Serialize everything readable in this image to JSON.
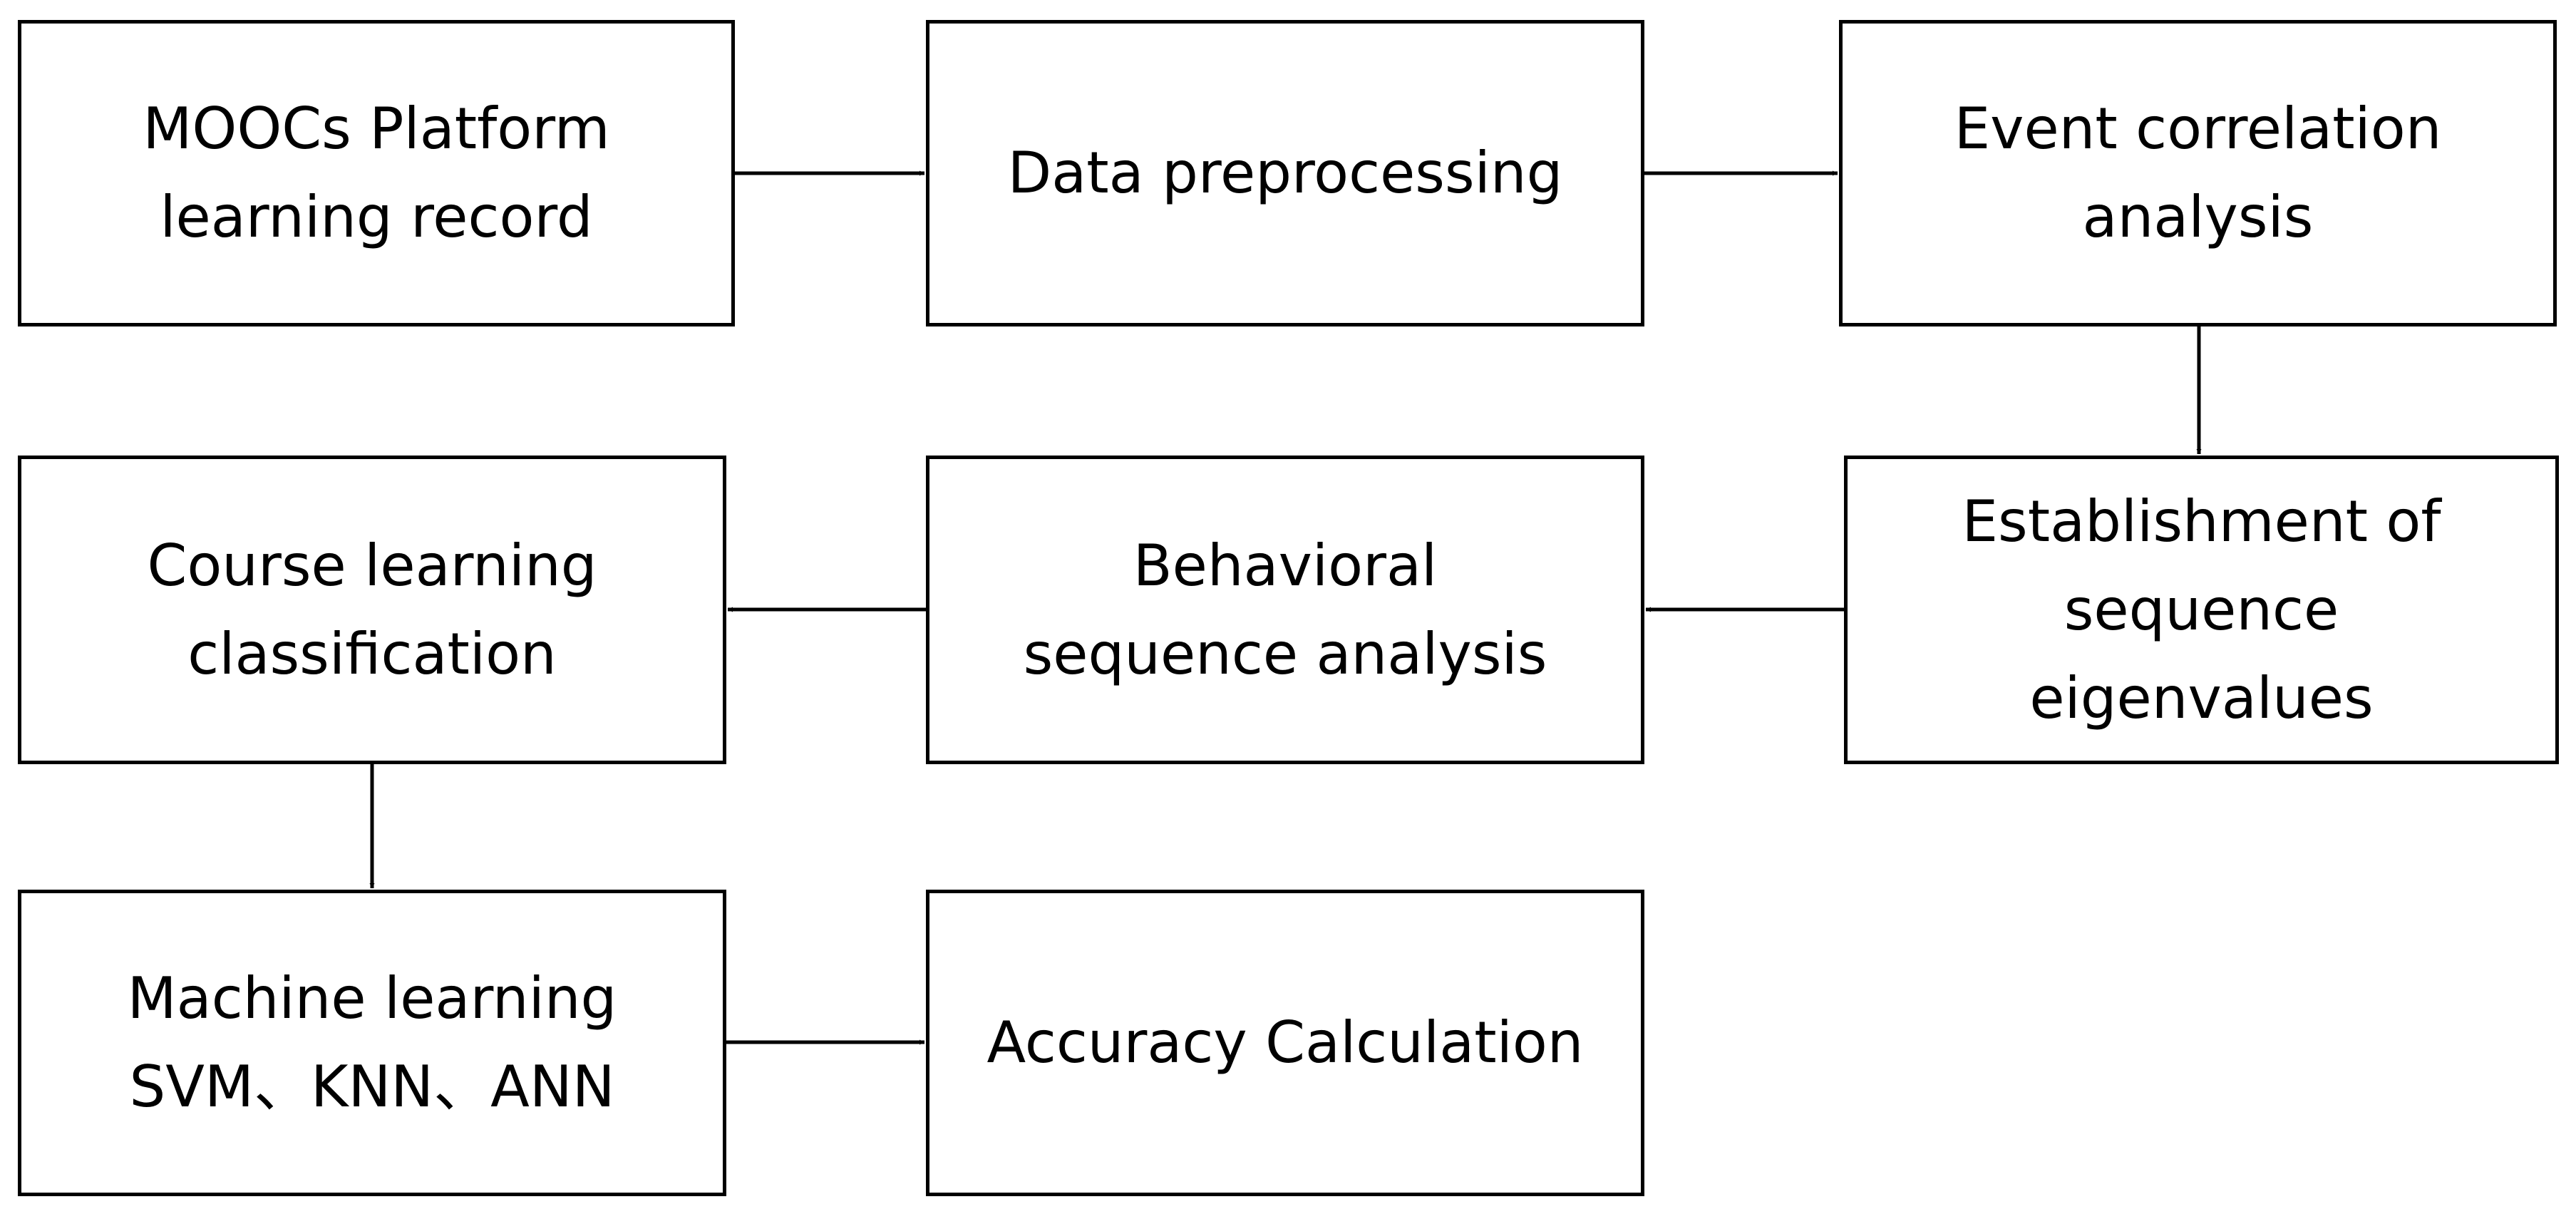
{
  "diagram": {
    "nodes": [
      {
        "id": "mooc-record",
        "lines": [
          "MOOCs Platform",
          "learning record"
        ]
      },
      {
        "id": "data-preprocessing",
        "lines": [
          "Data preprocessing"
        ]
      },
      {
        "id": "event-correlation",
        "lines": [
          "Event correlation",
          "analysis"
        ]
      },
      {
        "id": "sequence-eigenvalues",
        "lines": [
          "Establishment of",
          "sequence",
          "eigenvalues"
        ]
      },
      {
        "id": "behavioral-sequence",
        "lines": [
          "Behavioral",
          "sequence analysis"
        ]
      },
      {
        "id": "course-classification",
        "lines": [
          "Course learning",
          "classification"
        ]
      },
      {
        "id": "machine-learning",
        "lines": [
          "Machine learning",
          "SVM、KNN、ANN"
        ]
      },
      {
        "id": "accuracy-calculation",
        "lines": [
          "Accuracy Calculation"
        ]
      }
    ],
    "edges": [
      {
        "from": "mooc-record",
        "to": "data-preprocessing"
      },
      {
        "from": "data-preprocessing",
        "to": "event-correlation"
      },
      {
        "from": "event-correlation",
        "to": "sequence-eigenvalues"
      },
      {
        "from": "sequence-eigenvalues",
        "to": "behavioral-sequence"
      },
      {
        "from": "behavioral-sequence",
        "to": "course-classification"
      },
      {
        "from": "course-classification",
        "to": "machine-learning"
      },
      {
        "from": "machine-learning",
        "to": "accuracy-calculation"
      }
    ]
  }
}
